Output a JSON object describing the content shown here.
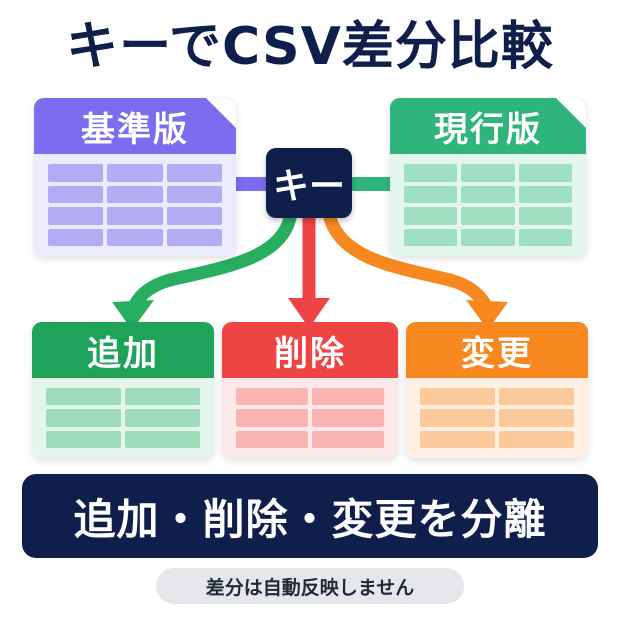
{
  "title": "キーでCSV差分比較",
  "key_label": "キー",
  "sheets": {
    "base": {
      "label": "基準版",
      "header_color": "#7b6cf0",
      "body_color": "#eceaff",
      "cell_color": "#b3acf5"
    },
    "current": {
      "label": "現行版",
      "header_color": "#2fb57c",
      "body_color": "#e3f6ee",
      "cell_color": "#9fe0c3"
    },
    "added": {
      "label": "追加",
      "header_color": "#1fa35a",
      "body_color": "#e4f6ec",
      "cell_color": "#9fdcbc"
    },
    "deleted": {
      "label": "削除",
      "header_color": "#ef4444",
      "body_color": "#fde9e9",
      "cell_color": "#f8b3b3"
    },
    "changed": {
      "label": "変更",
      "header_color": "#f7871f",
      "body_color": "#fff0e2",
      "cell_color": "#fcc99a"
    }
  },
  "arrows": {
    "added_color": "#27ae60",
    "deleted_color": "#ef4444",
    "changed_color": "#f7871f",
    "link_left_color": "#7b6cf0",
    "link_right_color": "#2fb57c"
  },
  "banner_text": "追加・削除・変更を分離",
  "note_text": "差分は自動反映しません"
}
